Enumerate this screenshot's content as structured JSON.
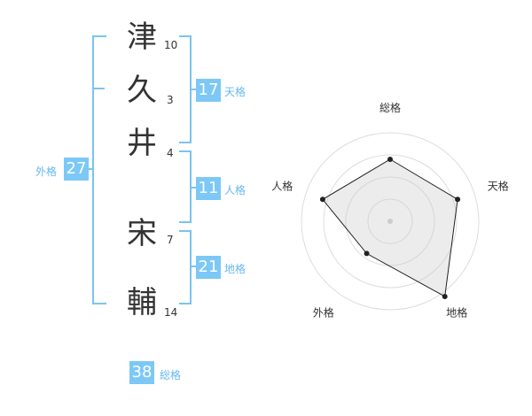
{
  "name_chars": [
    {
      "char": "津",
      "strokes": "10"
    },
    {
      "char": "久",
      "strokes": "3"
    },
    {
      "char": "井",
      "strokes": "4"
    },
    {
      "char": "宋",
      "strokes": "7"
    },
    {
      "char": "輔",
      "strokes": "14"
    }
  ],
  "kakusu": {
    "tenkaku": {
      "value": "17",
      "label": "天格"
    },
    "jinkaku": {
      "value": "11",
      "label": "人格"
    },
    "chikaku": {
      "value": "21",
      "label": "地格"
    },
    "gaikaku": {
      "value": "27",
      "label": "外格"
    },
    "soukaku": {
      "value": "38",
      "label": "総格"
    }
  },
  "colors": {
    "accent": "#7cc8f6",
    "bracket": "#7cc3f0",
    "label": "#66b8ee"
  },
  "chart_data": {
    "type": "radar",
    "axes": [
      "総格",
      "天格",
      "地格",
      "外格",
      "人格"
    ],
    "values": [
      0.7,
      0.8,
      1.05,
      0.45,
      0.8
    ],
    "max": 1,
    "rings": 4
  }
}
